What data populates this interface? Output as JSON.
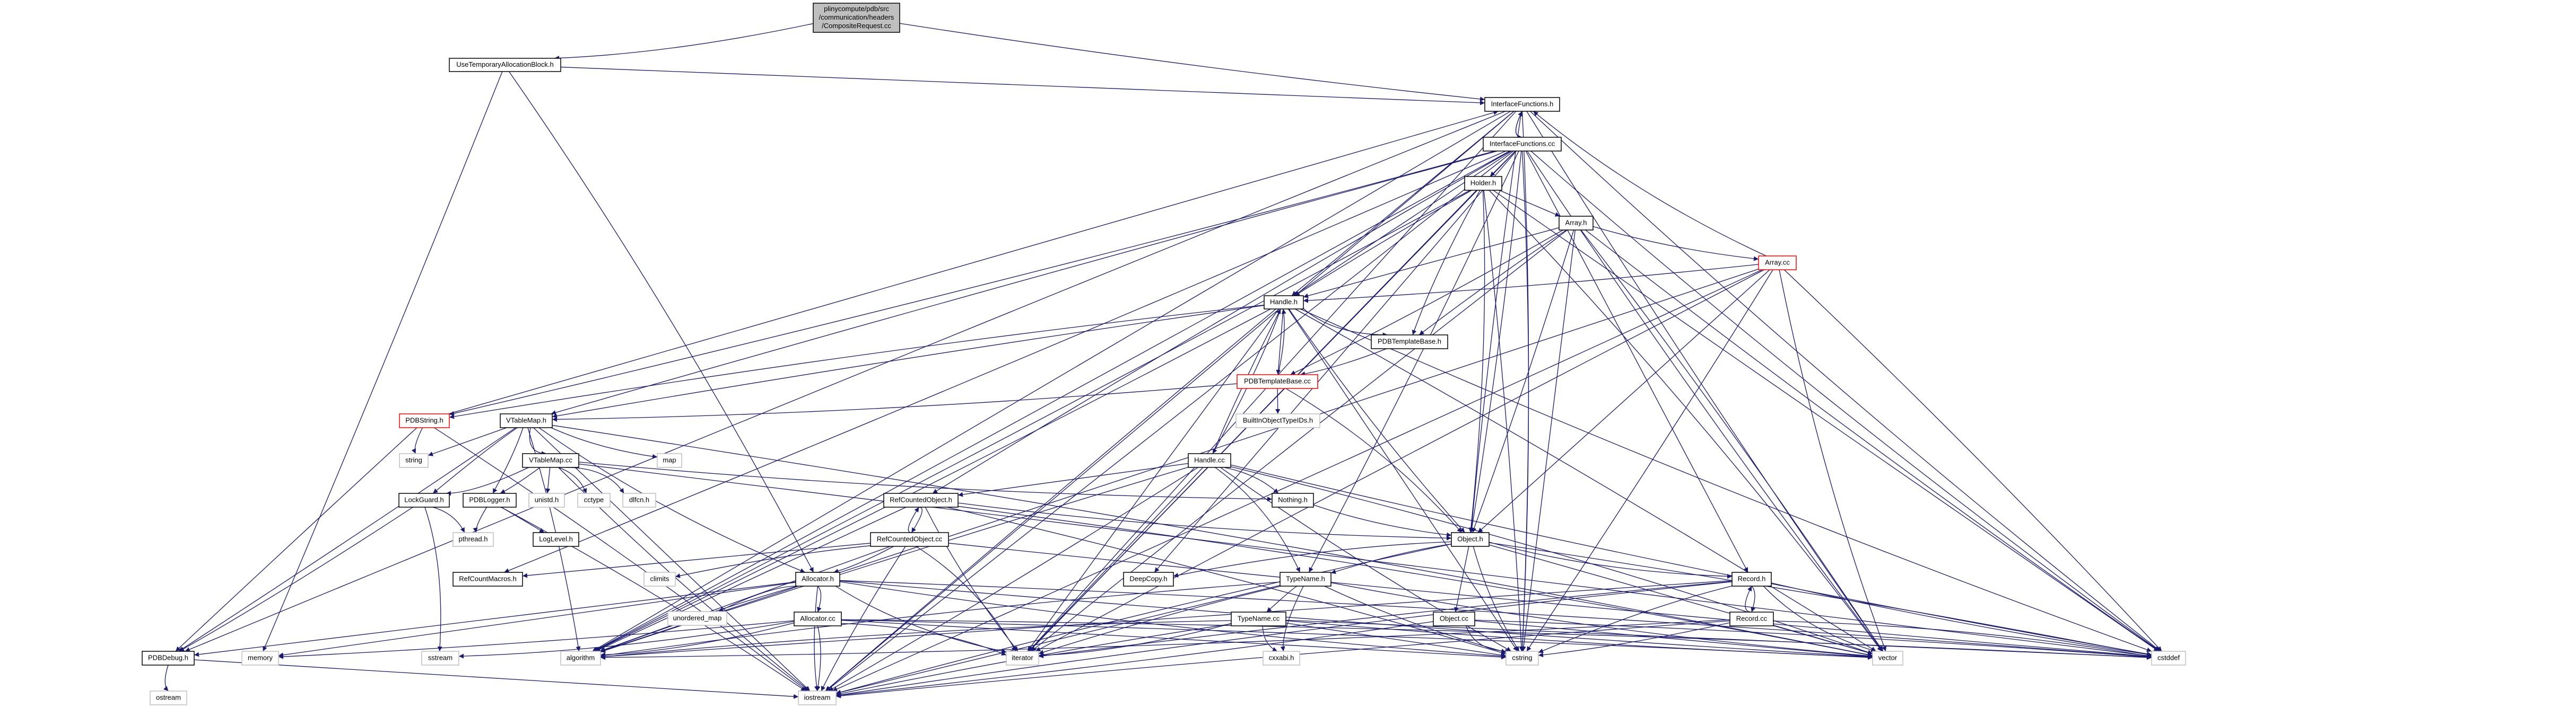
{
  "title": "Include dependency graph for CompositeRequest.cc",
  "colors": {
    "edge": "#191970",
    "root_fill": "#bfbfbf",
    "system_border": "#bfbfbf",
    "incomplete_border": "#ff0000",
    "documented_border": "#000000"
  },
  "nodes": [
    {
      "id": "root",
      "lines": [
        "plinycompute/pdb/src",
        "/communication/headers",
        "/CompositeRequest.cc"
      ],
      "kind": "root"
    },
    {
      "id": "usetemp",
      "lines": [
        "UseTemporaryAllocationBlock.h"
      ],
      "kind": "doc"
    },
    {
      "id": "iface_h",
      "lines": [
        "InterfaceFunctions.h"
      ],
      "kind": "doc"
    },
    {
      "id": "iface_cc",
      "lines": [
        "InterfaceFunctions.cc"
      ],
      "kind": "doc"
    },
    {
      "id": "holder_h",
      "lines": [
        "Holder.h"
      ],
      "kind": "doc"
    },
    {
      "id": "array_h",
      "lines": [
        "Array.h"
      ],
      "kind": "doc"
    },
    {
      "id": "array_cc",
      "lines": [
        "Array.cc"
      ],
      "kind": "red"
    },
    {
      "id": "handle_h",
      "lines": [
        "Handle.h"
      ],
      "kind": "doc"
    },
    {
      "id": "tmplbase_h",
      "lines": [
        "PDBTemplateBase.h"
      ],
      "kind": "doc"
    },
    {
      "id": "tmplbase_cc",
      "lines": [
        "PDBTemplateBase.cc"
      ],
      "kind": "red"
    },
    {
      "id": "builtin_h",
      "lines": [
        "BuiltInObjectTypeIDs.h"
      ],
      "kind": "sys"
    },
    {
      "id": "pdbstring_h",
      "lines": [
        "PDBString.h"
      ],
      "kind": "red"
    },
    {
      "id": "vtablemap_h",
      "lines": [
        "VTableMap.h"
      ],
      "kind": "doc"
    },
    {
      "id": "string",
      "lines": [
        "string"
      ],
      "kind": "sys"
    },
    {
      "id": "map",
      "lines": [
        "map"
      ],
      "kind": "sys"
    },
    {
      "id": "vtablemap_cc",
      "lines": [
        "VTableMap.cc"
      ],
      "kind": "doc"
    },
    {
      "id": "handle_cc",
      "lines": [
        "Handle.cc"
      ],
      "kind": "doc"
    },
    {
      "id": "lockguard_h",
      "lines": [
        "LockGuard.h"
      ],
      "kind": "doc"
    },
    {
      "id": "pdblogger_h",
      "lines": [
        "PDBLogger.h"
      ],
      "kind": "doc"
    },
    {
      "id": "unistd_h",
      "lines": [
        "unistd.h"
      ],
      "kind": "sys"
    },
    {
      "id": "cctype",
      "lines": [
        "cctype"
      ],
      "kind": "sys"
    },
    {
      "id": "dlfcn_h",
      "lines": [
        "dlfcn.h"
      ],
      "kind": "sys"
    },
    {
      "id": "refobj_h",
      "lines": [
        "RefCountedObject.h"
      ],
      "kind": "doc"
    },
    {
      "id": "nothing_h",
      "lines": [
        "Nothing.h"
      ],
      "kind": "doc"
    },
    {
      "id": "pthread_h",
      "lines": [
        "pthread.h"
      ],
      "kind": "sys"
    },
    {
      "id": "loglevel_h",
      "lines": [
        "LogLevel.h"
      ],
      "kind": "doc"
    },
    {
      "id": "refobj_cc",
      "lines": [
        "RefCountedObject.cc"
      ],
      "kind": "doc"
    },
    {
      "id": "object_h",
      "lines": [
        "Object.h"
      ],
      "kind": "doc"
    },
    {
      "id": "refmacros_h",
      "lines": [
        "RefCountMacros.h"
      ],
      "kind": "doc"
    },
    {
      "id": "climits",
      "lines": [
        "climits"
      ],
      "kind": "sys"
    },
    {
      "id": "allocator_h",
      "lines": [
        "Allocator.h"
      ],
      "kind": "doc"
    },
    {
      "id": "deepcopy_h",
      "lines": [
        "DeepCopy.h"
      ],
      "kind": "doc"
    },
    {
      "id": "typename_h",
      "lines": [
        "TypeName.h"
      ],
      "kind": "doc"
    },
    {
      "id": "record_h",
      "lines": [
        "Record.h"
      ],
      "kind": "doc"
    },
    {
      "id": "unordered_map",
      "lines": [
        "unordered_map"
      ],
      "kind": "sys"
    },
    {
      "id": "allocator_cc",
      "lines": [
        "Allocator.cc"
      ],
      "kind": "doc"
    },
    {
      "id": "typename_cc",
      "lines": [
        "TypeName.cc"
      ],
      "kind": "doc"
    },
    {
      "id": "object_cc",
      "lines": [
        "Object.cc"
      ],
      "kind": "doc"
    },
    {
      "id": "record_cc",
      "lines": [
        "Record.cc"
      ],
      "kind": "doc"
    },
    {
      "id": "pdbdebug_h",
      "lines": [
        "PDBDebug.h"
      ],
      "kind": "doc"
    },
    {
      "id": "memory",
      "lines": [
        "memory"
      ],
      "kind": "sys"
    },
    {
      "id": "sstream",
      "lines": [
        "sstream"
      ],
      "kind": "sys"
    },
    {
      "id": "algorithm",
      "lines": [
        "algorithm"
      ],
      "kind": "sys"
    },
    {
      "id": "iterator",
      "lines": [
        "iterator"
      ],
      "kind": "sys"
    },
    {
      "id": "cxxabi_h",
      "lines": [
        "cxxabi.h"
      ],
      "kind": "sys"
    },
    {
      "id": "cstring",
      "lines": [
        "cstring"
      ],
      "kind": "sys"
    },
    {
      "id": "vector",
      "lines": [
        "vector"
      ],
      "kind": "sys"
    },
    {
      "id": "cstddef",
      "lines": [
        "cstddef"
      ],
      "kind": "sys"
    },
    {
      "id": "ostream",
      "lines": [
        "ostream"
      ],
      "kind": "sys"
    },
    {
      "id": "iostream",
      "lines": [
        "iostream"
      ],
      "kind": "sys"
    }
  ],
  "edges": [
    [
      "root",
      "usetemp"
    ],
    [
      "root",
      "iface_h"
    ],
    [
      "usetemp",
      "iface_h"
    ],
    [
      "usetemp",
      "memory"
    ],
    [
      "usetemp",
      "allocator_h"
    ],
    [
      "iface_h",
      "iface_cc"
    ],
    [
      "iface_h",
      "object_h"
    ],
    [
      "iface_h",
      "handle_h"
    ],
    [
      "iface_h",
      "pdbdebug_h"
    ],
    [
      "iface_h",
      "iostream"
    ],
    [
      "iface_h",
      "cstddef"
    ],
    [
      "iface_h",
      "vector"
    ],
    [
      "iface_h",
      "algorithm"
    ],
    [
      "iface_h",
      "iterator"
    ],
    [
      "iface_h",
      "cstring"
    ],
    [
      "iface_cc",
      "iface_h"
    ],
    [
      "iface_cc",
      "holder_h"
    ],
    [
      "iface_cc",
      "handle_h"
    ],
    [
      "iface_cc",
      "vtablemap_h"
    ],
    [
      "iface_cc",
      "refobj_h"
    ],
    [
      "iface_cc",
      "refmacros_h"
    ],
    [
      "iface_cc",
      "deepcopy_h"
    ],
    [
      "iface_cc",
      "record_h"
    ],
    [
      "iface_cc",
      "object_h"
    ],
    [
      "iface_cc",
      "typename_h"
    ],
    [
      "iface_cc",
      "pdbstring_h"
    ],
    [
      "iface_cc",
      "algorithm"
    ],
    [
      "iface_cc",
      "iterator"
    ],
    [
      "iface_cc",
      "iostream"
    ],
    [
      "iface_cc",
      "cstring"
    ],
    [
      "iface_cc",
      "cstddef"
    ],
    [
      "iface_cc",
      "vector"
    ],
    [
      "holder_h",
      "array_h"
    ],
    [
      "holder_h",
      "handle_h"
    ],
    [
      "holder_h",
      "object_h"
    ],
    [
      "holder_h",
      "tmplbase_h"
    ],
    [
      "holder_h",
      "iterator"
    ],
    [
      "holder_h",
      "cstddef"
    ],
    [
      "holder_h",
      "cstring"
    ],
    [
      "holder_h",
      "vector"
    ],
    [
      "holder_h",
      "algorithm"
    ],
    [
      "array_h",
      "array_cc"
    ],
    [
      "array_h",
      "handle_h"
    ],
    [
      "array_h",
      "object_h"
    ],
    [
      "array_h",
      "tmplbase_h"
    ],
    [
      "array_h",
      "tmplbase_cc"
    ],
    [
      "array_h",
      "cstddef"
    ],
    [
      "array_h",
      "cstring"
    ],
    [
      "array_h",
      "vector"
    ],
    [
      "array_h",
      "iterator"
    ],
    [
      "array_cc",
      "iface_h"
    ],
    [
      "array_cc",
      "handle_h"
    ],
    [
      "array_cc",
      "object_h"
    ],
    [
      "array_cc",
      "cstddef"
    ],
    [
      "array_cc",
      "cstring"
    ],
    [
      "array_cc",
      "vector"
    ],
    [
      "array_cc",
      "iostream"
    ],
    [
      "array_cc",
      "algorithm"
    ],
    [
      "array_cc",
      "iterator"
    ],
    [
      "handle_h",
      "handle_cc"
    ],
    [
      "handle_h",
      "tmplbase_h"
    ],
    [
      "handle_h",
      "object_h"
    ],
    [
      "handle_h",
      "tmplbase_cc"
    ],
    [
      "handle_h",
      "vtablemap_h"
    ],
    [
      "handle_h",
      "pdbstring_h"
    ],
    [
      "handle_h",
      "cstddef"
    ],
    [
      "handle_h",
      "iterator"
    ],
    [
      "handle_h",
      "cstring"
    ],
    [
      "handle_h",
      "vector"
    ],
    [
      "handle_h",
      "iostream"
    ],
    [
      "handle_h",
      "algorithm"
    ],
    [
      "handle_cc",
      "handle_h"
    ],
    [
      "handle_cc",
      "refobj_h"
    ],
    [
      "handle_cc",
      "nothing_h"
    ],
    [
      "handle_cc",
      "typename_h"
    ],
    [
      "handle_cc",
      "iostream"
    ],
    [
      "handle_cc",
      "cstring"
    ],
    [
      "handle_cc",
      "iterator"
    ],
    [
      "handle_cc",
      "algorithm"
    ],
    [
      "handle_cc",
      "vector"
    ],
    [
      "handle_cc",
      "cstddef"
    ],
    [
      "tmplbase_h",
      "tmplbase_cc"
    ],
    [
      "tmplbase_cc",
      "builtin_h"
    ],
    [
      "tmplbase_cc",
      "handle_h"
    ],
    [
      "tmplbase_cc",
      "object_h"
    ],
    [
      "tmplbase_cc",
      "vtablemap_h"
    ],
    [
      "pdbstring_h",
      "string"
    ],
    [
      "pdbstring_h",
      "iface_h"
    ],
    [
      "pdbstring_h",
      "iostream"
    ],
    [
      "pdbstring_h",
      "pdbdebug_h"
    ],
    [
      "vtablemap_h",
      "vtablemap_cc"
    ],
    [
      "vtablemap_h",
      "map"
    ],
    [
      "vtablemap_h",
      "string"
    ],
    [
      "vtablemap_h",
      "pdblogger_h"
    ],
    [
      "vtablemap_h",
      "lockguard_h"
    ],
    [
      "vtablemap_h",
      "allocator_h"
    ],
    [
      "vtablemap_h",
      "pdbdebug_h"
    ],
    [
      "vtablemap_h",
      "iostream"
    ],
    [
      "vtablemap_h",
      "algorithm"
    ],
    [
      "vtablemap_h",
      "vector"
    ],
    [
      "vtablemap_cc",
      "lockguard_h"
    ],
    [
      "vtablemap_cc",
      "pdblogger_h"
    ],
    [
      "vtablemap_cc",
      "unistd_h"
    ],
    [
      "vtablemap_cc",
      "cctype"
    ],
    [
      "vtablemap_cc",
      "dlfcn_h"
    ],
    [
      "vtablemap_cc",
      "nothing_h"
    ],
    [
      "vtablemap_cc",
      "iostream"
    ],
    [
      "vtablemap_cc",
      "cstddef"
    ],
    [
      "lockguard_h",
      "pthread_h"
    ],
    [
      "lockguard_h",
      "sstream"
    ],
    [
      "lockguard_h",
      "pdbdebug_h"
    ],
    [
      "pdblogger_h",
      "pthread_h"
    ],
    [
      "pdblogger_h",
      "loglevel_h"
    ],
    [
      "pdblogger_h",
      "iostream"
    ],
    [
      "refobj_h",
      "refobj_cc"
    ],
    [
      "refobj_h",
      "object_h"
    ],
    [
      "refobj_h",
      "iterator"
    ],
    [
      "refobj_h",
      "algorithm"
    ],
    [
      "refobj_h",
      "cstring"
    ],
    [
      "refobj_h",
      "vector"
    ],
    [
      "refobj_cc",
      "refobj_h"
    ],
    [
      "refobj_cc",
      "allocator_h"
    ],
    [
      "refobj_cc",
      "refmacros_h"
    ],
    [
      "refobj_cc",
      "climits"
    ],
    [
      "refobj_cc",
      "iterator"
    ],
    [
      "refobj_cc",
      "iostream"
    ],
    [
      "refobj_cc",
      "cstddef"
    ],
    [
      "refobj_cc",
      "algorithm"
    ],
    [
      "allocator_h",
      "allocator_cc"
    ],
    [
      "allocator_h",
      "unordered_map"
    ],
    [
      "allocator_h",
      "iterator"
    ],
    [
      "allocator_h",
      "iostream"
    ],
    [
      "allocator_h",
      "memory"
    ],
    [
      "allocator_h",
      "algorithm"
    ],
    [
      "allocator_h",
      "cstddef"
    ],
    [
      "allocator_h",
      "cstring"
    ],
    [
      "allocator_h",
      "vector"
    ],
    [
      "allocator_h",
      "pdbdebug_h"
    ],
    [
      "allocator_cc",
      "iostream"
    ],
    [
      "allocator_cc",
      "iterator"
    ],
    [
      "allocator_cc",
      "algorithm"
    ],
    [
      "allocator_cc",
      "memory"
    ],
    [
      "allocator_cc",
      "cstring"
    ],
    [
      "allocator_cc",
      "vector"
    ],
    [
      "allocator_cc",
      "cstddef"
    ],
    [
      "allocator_cc",
      "sstream"
    ],
    [
      "nothing_h",
      "object_h"
    ],
    [
      "object_h",
      "object_cc"
    ],
    [
      "object_h",
      "typename_h"
    ],
    [
      "object_h",
      "deepcopy_h"
    ],
    [
      "object_h",
      "record_h"
    ],
    [
      "object_h",
      "cstring"
    ],
    [
      "object_h",
      "vector"
    ],
    [
      "object_h",
      "cstddef"
    ],
    [
      "object_h",
      "iostream"
    ],
    [
      "object_cc",
      "cstring"
    ],
    [
      "object_cc",
      "iostream"
    ],
    [
      "object_cc",
      "vector"
    ],
    [
      "object_cc",
      "cstddef"
    ],
    [
      "typename_h",
      "typename_cc"
    ],
    [
      "typename_h",
      "cxxabi_h"
    ],
    [
      "typename_h",
      "cstring"
    ],
    [
      "typename_h",
      "iostream"
    ],
    [
      "typename_h",
      "iterator"
    ],
    [
      "typename_h",
      "algorithm"
    ],
    [
      "typename_h",
      "vector"
    ],
    [
      "typename_cc",
      "cxxabi_h"
    ],
    [
      "typename_cc",
      "cstring"
    ],
    [
      "typename_cc",
      "iostream"
    ],
    [
      "typename_cc",
      "algorithm"
    ],
    [
      "typename_cc",
      "iterator"
    ],
    [
      "typename_cc",
      "vector"
    ],
    [
      "typename_cc",
      "cstddef"
    ],
    [
      "record_h",
      "record_cc"
    ],
    [
      "record_h",
      "cstring"
    ],
    [
      "record_h",
      "vector"
    ],
    [
      "record_h",
      "cstddef"
    ],
    [
      "record_h",
      "algorithm"
    ],
    [
      "record_h",
      "iterator"
    ],
    [
      "record_h",
      "iostream"
    ],
    [
      "record_cc",
      "record_h"
    ],
    [
      "record_cc",
      "cstring"
    ],
    [
      "record_cc",
      "vector"
    ],
    [
      "record_cc",
      "iostream"
    ],
    [
      "record_cc",
      "cstddef"
    ],
    [
      "record_cc",
      "algorithm"
    ],
    [
      "pdbdebug_h",
      "ostream"
    ],
    [
      "pdbdebug_h",
      "iostream"
    ]
  ]
}
